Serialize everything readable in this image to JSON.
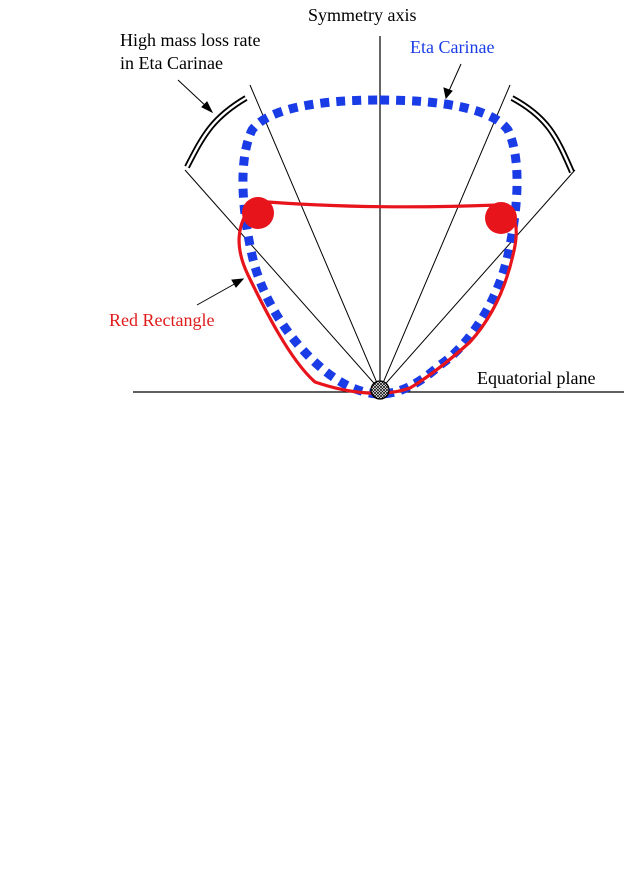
{
  "labels": {
    "symmetry_axis": "Symmetry axis",
    "high_mass_loss_line1": "High mass loss rate",
    "high_mass_loss_line2": "in Eta Carinae",
    "eta_carinae": "Eta Carinae",
    "red_rectangle": "Red Rectangle",
    "equatorial_plane": "Equatorial plane"
  },
  "colors": {
    "eta_carinae": "#1a3ce6",
    "red_rectangle": "#e8141c",
    "lines": "#000000"
  }
}
